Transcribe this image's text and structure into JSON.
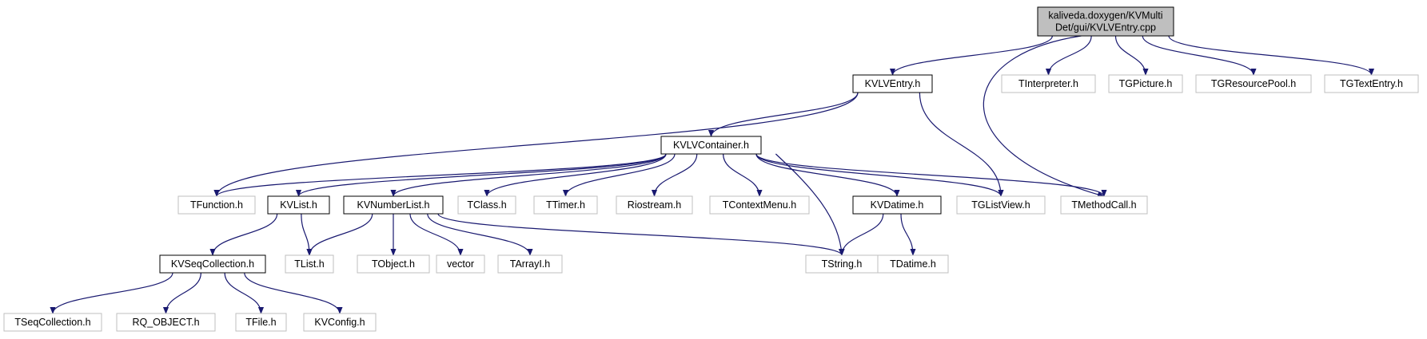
{
  "colors": {
    "root_fill": "#bfbfbf",
    "root_border": "#000000",
    "documented_border": "#000000",
    "external_border": "#bfbfbf",
    "edge": "#191970",
    "background": "#ffffff"
  },
  "nodes": [
    {
      "id": "root",
      "lines": [
        "kaliveda.doxygen/KVMulti",
        "Det/gui/KVLVEntry.cpp"
      ],
      "kind": "root"
    },
    {
      "id": "kvlventry",
      "lines": [
        "KVLVEntry.h"
      ],
      "kind": "documented"
    },
    {
      "id": "tinterpreter",
      "lines": [
        "TInterpreter.h"
      ],
      "kind": "external"
    },
    {
      "id": "tgpicture",
      "lines": [
        "TGPicture.h"
      ],
      "kind": "external"
    },
    {
      "id": "tgresourcepool",
      "lines": [
        "TGResourcePool.h"
      ],
      "kind": "external"
    },
    {
      "id": "tgtextentry",
      "lines": [
        "TGTextEntry.h"
      ],
      "kind": "external"
    },
    {
      "id": "kvlvcontainer",
      "lines": [
        "KVLVContainer.h"
      ],
      "kind": "documented"
    },
    {
      "id": "tfunction",
      "lines": [
        "TFunction.h"
      ],
      "kind": "external"
    },
    {
      "id": "kvlist",
      "lines": [
        "KVList.h"
      ],
      "kind": "documented"
    },
    {
      "id": "kvnumberlist",
      "lines": [
        "KVNumberList.h"
      ],
      "kind": "documented"
    },
    {
      "id": "tclass",
      "lines": [
        "TClass.h"
      ],
      "kind": "external"
    },
    {
      "id": "ttimer",
      "lines": [
        "TTimer.h"
      ],
      "kind": "external"
    },
    {
      "id": "riostream",
      "lines": [
        "Riostream.h"
      ],
      "kind": "external"
    },
    {
      "id": "tcontextmenu",
      "lines": [
        "TContextMenu.h"
      ],
      "kind": "external"
    },
    {
      "id": "kvdatime",
      "lines": [
        "KVDatime.h"
      ],
      "kind": "documented"
    },
    {
      "id": "tglistview",
      "lines": [
        "TGListView.h"
      ],
      "kind": "external"
    },
    {
      "id": "tmethodcall",
      "lines": [
        "TMethodCall.h"
      ],
      "kind": "external"
    },
    {
      "id": "kvseqcollection",
      "lines": [
        "KVSeqCollection.h"
      ],
      "kind": "documented"
    },
    {
      "id": "tlist",
      "lines": [
        "TList.h"
      ],
      "kind": "external"
    },
    {
      "id": "tobject",
      "lines": [
        "TObject.h"
      ],
      "kind": "external"
    },
    {
      "id": "vector",
      "lines": [
        "vector"
      ],
      "kind": "external"
    },
    {
      "id": "tarrayi",
      "lines": [
        "TArrayI.h"
      ],
      "kind": "external"
    },
    {
      "id": "tstring",
      "lines": [
        "TString.h"
      ],
      "kind": "external"
    },
    {
      "id": "tdatime",
      "lines": [
        "TDatime.h"
      ],
      "kind": "external"
    },
    {
      "id": "tseqcollection",
      "lines": [
        "TSeqCollection.h"
      ],
      "kind": "external"
    },
    {
      "id": "rq_object",
      "lines": [
        "RQ_OBJECT.h"
      ],
      "kind": "external"
    },
    {
      "id": "tfile",
      "lines": [
        "TFile.h"
      ],
      "kind": "external"
    },
    {
      "id": "kvconfig",
      "lines": [
        "KVConfig.h"
      ],
      "kind": "external"
    }
  ],
  "edges": [
    [
      "root",
      "kvlventry"
    ],
    [
      "root",
      "tmethodcall"
    ],
    [
      "root",
      "tinterpreter"
    ],
    [
      "root",
      "tgpicture"
    ],
    [
      "root",
      "tgresourcepool"
    ],
    [
      "root",
      "tgtextentry"
    ],
    [
      "kvlventry",
      "kvlvcontainer"
    ],
    [
      "kvlventry",
      "tfunction"
    ],
    [
      "kvlventry",
      "tglistview"
    ],
    [
      "kvlvcontainer",
      "tfunction"
    ],
    [
      "kvlvcontainer",
      "kvlist"
    ],
    [
      "kvlvcontainer",
      "kvnumberlist"
    ],
    [
      "kvlvcontainer",
      "tclass"
    ],
    [
      "kvlvcontainer",
      "ttimer"
    ],
    [
      "kvlvcontainer",
      "riostream"
    ],
    [
      "kvlvcontainer",
      "tcontextmenu"
    ],
    [
      "kvlvcontainer",
      "kvdatime"
    ],
    [
      "kvlvcontainer",
      "tglistview"
    ],
    [
      "kvlvcontainer",
      "tmethodcall"
    ],
    [
      "kvlvcontainer",
      "tstring"
    ],
    [
      "kvlist",
      "kvseqcollection"
    ],
    [
      "kvlist",
      "tlist"
    ],
    [
      "kvnumberlist",
      "tlist"
    ],
    [
      "kvnumberlist",
      "tobject"
    ],
    [
      "kvnumberlist",
      "vector"
    ],
    [
      "kvnumberlist",
      "tarrayi"
    ],
    [
      "kvnumberlist",
      "tstring"
    ],
    [
      "kvdatime",
      "tstring"
    ],
    [
      "kvdatime",
      "tdatime"
    ],
    [
      "kvseqcollection",
      "tseqcollection"
    ],
    [
      "kvseqcollection",
      "rq_object"
    ],
    [
      "kvseqcollection",
      "tfile"
    ],
    [
      "kvseqcollection",
      "kvconfig"
    ]
  ]
}
